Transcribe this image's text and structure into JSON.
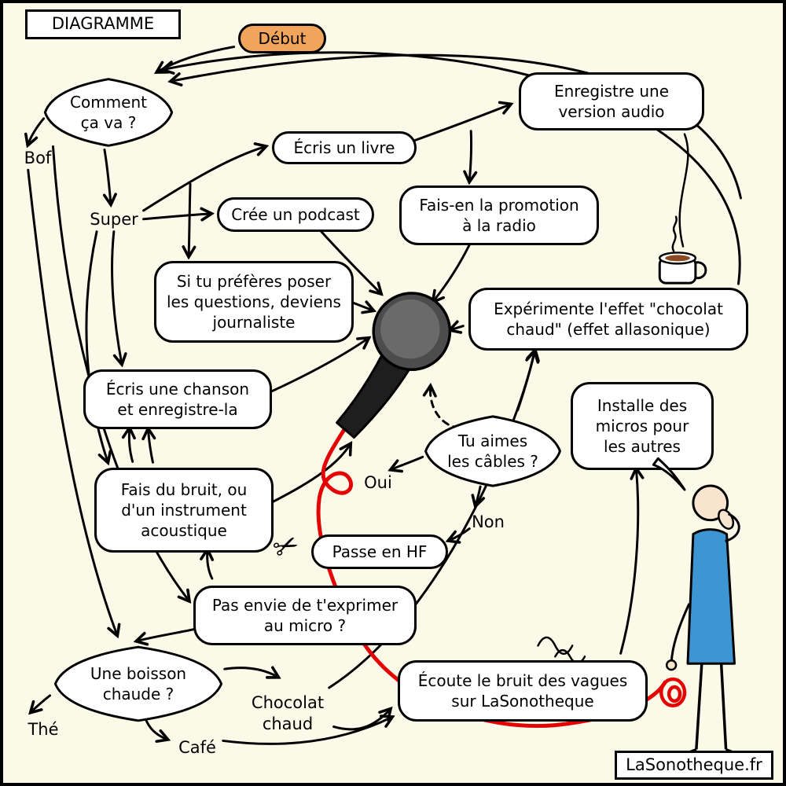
{
  "colors": {
    "background": "#FBF9E8",
    "accent_orange": "#F1A45B",
    "cable_red": "#E30505",
    "person_blue": "#3D96D2",
    "mic_gray": "#5C5C5C",
    "skin": "#F9E4CD",
    "coffee_brown": "#8B4A1F",
    "ink": "#000000"
  },
  "header": {
    "title": "DIAGRAMME"
  },
  "footer": {
    "label": "LaSonotheque.fr"
  },
  "icons": {
    "scissors": "✂"
  },
  "nodes": {
    "debut": {
      "label": "Début"
    },
    "comment_ca_va": {
      "label": "Comment\nça va ?"
    },
    "bof": {
      "label": "Bof"
    },
    "super": {
      "label": "Super"
    },
    "ecris_livre": {
      "label": "Écris un livre"
    },
    "enregistre_audio": {
      "label": "Enregistre une\nversion audio"
    },
    "cree_podcast": {
      "label": "Crée un podcast"
    },
    "promotion_radio": {
      "label": "Fais-en la promotion\nà la radio"
    },
    "journaliste": {
      "label": "Si tu préfères poser\nles questions, deviens\njournaliste"
    },
    "effet_chocolat": {
      "label": "Expérimente l'effet \"chocolat\nchaud\" (effet allasonique)"
    },
    "ecris_chanson": {
      "label": "Écris une chanson\net enregistre-la"
    },
    "tu_aimes_cables": {
      "label": "Tu aimes\nles câbles ?"
    },
    "oui": {
      "label": "Oui"
    },
    "non": {
      "label": "Non"
    },
    "installe_micros": {
      "label": "Installe des\nmicros pour\nles autres"
    },
    "fais_du_bruit": {
      "label": "Fais du bruit, ou\nd'un instrument\nacoustique"
    },
    "passe_hf": {
      "label": "Passe en HF"
    },
    "pas_envie": {
      "label": "Pas envie de t'exprimer\nau micro ?"
    },
    "boisson_chaude": {
      "label": "Une boisson\nchaude ?"
    },
    "the": {
      "label": "Thé"
    },
    "cafe": {
      "label": "Café"
    },
    "chocolat_chaud": {
      "label": "Chocolat\nchaud"
    },
    "ecoute_vagues": {
      "label": "Écoute le bruit des vagues\nsur LaSonotheque"
    }
  }
}
